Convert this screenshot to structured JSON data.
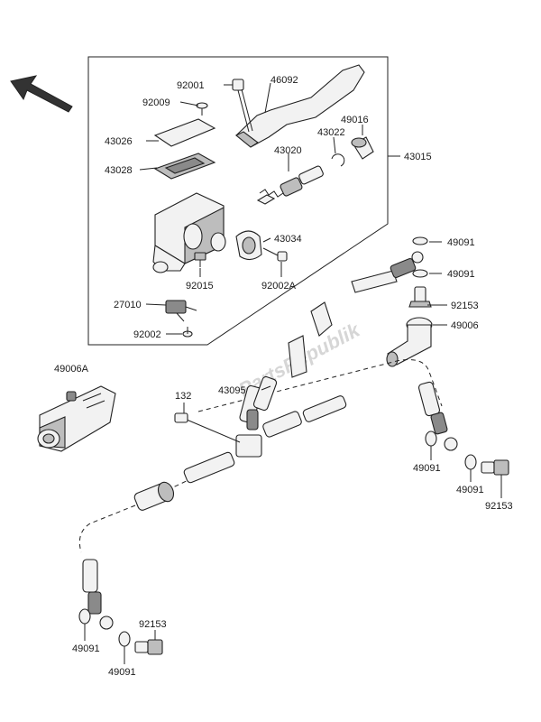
{
  "watermark": "PartsRepublik",
  "labels": {
    "p92001": "92001",
    "p46092": "46092",
    "p92009": "92009",
    "p49016": "49016",
    "p43026": "43026",
    "p43022": "43022",
    "p43015": "43015",
    "p43020": "43020",
    "p43028": "43028",
    "p43034": "43034",
    "p92015": "92015",
    "p92002A": "92002A",
    "p27010": "27010",
    "p92002": "92002",
    "p49091a": "49091",
    "p49091b": "49091",
    "p92153a": "92153",
    "p49006": "49006",
    "p49006A": "49006A",
    "p132": "132",
    "p43095": "43095",
    "p49091c": "49091",
    "p49091d": "49091",
    "p92153b": "92153",
    "p92153c": "92153",
    "p49091e": "49091",
    "p49091f": "49091"
  }
}
